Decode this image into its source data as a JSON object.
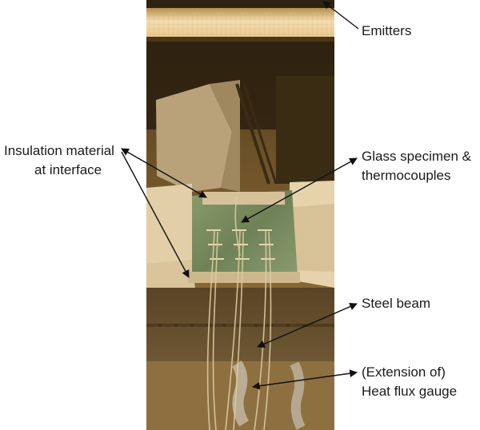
{
  "annotations": {
    "emitters": "Emitters",
    "insulation_line1": "Insulation material",
    "insulation_line2": "at interface",
    "glass_line1": "Glass specimen &",
    "glass_line2": "thermocouples",
    "steel_beam": "Steel beam",
    "heat_flux_line1": "(Extension of)",
    "heat_flux_line2": "Heat flux gauge"
  },
  "colors": {
    "label_text": "#1a1a1a",
    "leader_line": "#111111",
    "emitter_glow": "#f3d8a0",
    "photo_warm_tone": "#8a6a36",
    "glass_green": "#7a8d5e"
  }
}
